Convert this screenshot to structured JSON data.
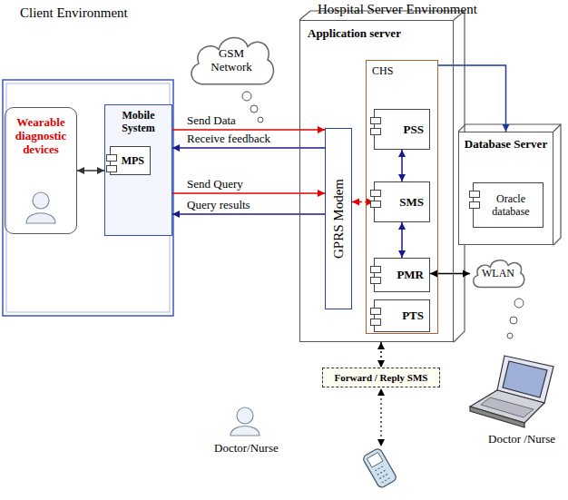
{
  "diagram": {
    "nodes": [
      {
        "text": [
          "Wearable diagnostic devices"
        ]
      },
      {
        "text": [
          "Mobile System"
        ]
      },
      {
        "text": [
          "MPS"
        ],
        "in": 1
      },
      {
        "text": [
          "GSM Network"
        ]
      },
      {
        "text": [
          "Application server"
        ]
      },
      {
        "text": [
          "GPRS Modem"
        ],
        "in": 4
      },
      {
        "text": [
          "CHS"
        ],
        "in": 4
      },
      {
        "text": [
          "PSS"
        ],
        "in": 6
      },
      {
        "text": [
          "SMS"
        ],
        "in": 6
      },
      {
        "text": [
          "PMR"
        ],
        "in": 6
      },
      {
        "text": [
          "PTS"
        ],
        "in": 6
      },
      {
        "text": [
          "Database Server"
        ]
      },
      {
        "text": [
          "Oracle database"
        ],
        "in": 11
      },
      {
        "text": [
          "WLAN"
        ]
      },
      {
        "text": [
          "Forward / Reply SMS"
        ]
      }
    ],
    "edges": [
      {
        "from": 1,
        "to": 5,
        "label": "Send Data",
        "arrow": "to"
      },
      {
        "from": 5,
        "to": 1,
        "label": "Receive feedback",
        "arrow": "to"
      },
      {
        "from": 1,
        "to": 5,
        "label": "Send Query",
        "arrow": "to"
      },
      {
        "from": 5,
        "to": 1,
        "label": "Query results",
        "arrow": "to"
      },
      {
        "from": 0,
        "to": 1,
        "arrow": "both"
      },
      {
        "from": 5,
        "to": 8,
        "arrow": "both"
      },
      {
        "from": 7,
        "to": 8,
        "arrow": "both"
      },
      {
        "from": 8,
        "to": 9,
        "arrow": "both"
      },
      {
        "from": 6,
        "to": 11,
        "arrow": "to"
      },
      {
        "from": 9,
        "to": 13,
        "arrow": "both"
      },
      {
        "from": 4,
        "to": 14,
        "arrow": "both"
      }
    ],
    "labels": [
      "Client Environment",
      "Hospital Server Environment",
      "Doctor/Nurse",
      "Doctor /Nurse"
    ]
  }
}
